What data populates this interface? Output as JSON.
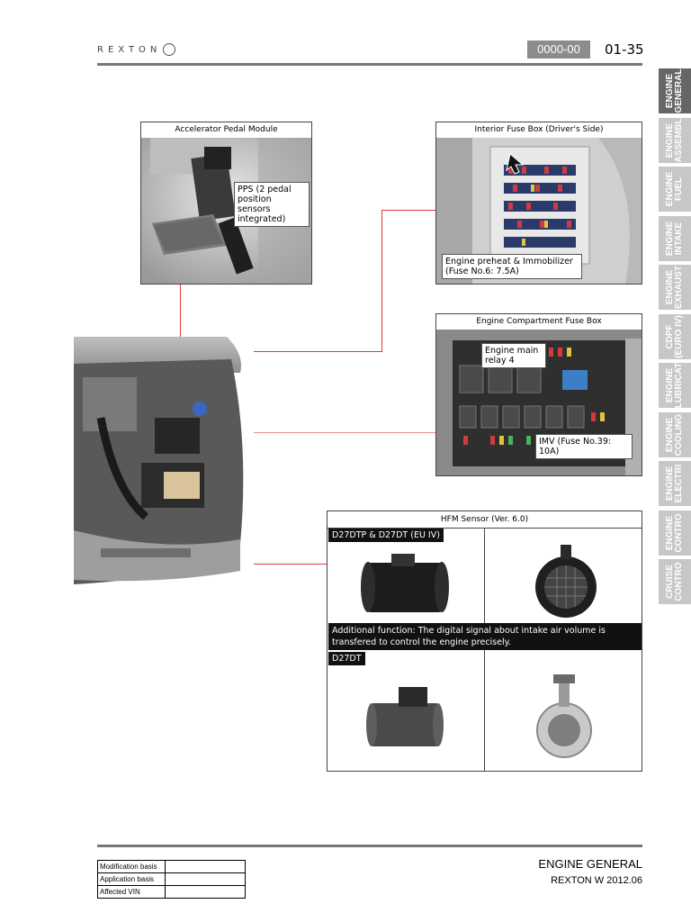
{
  "header": {
    "brand": "REXTON",
    "code": "0000-00",
    "page_number": "01-35"
  },
  "side_tabs": [
    {
      "label": "ENGINE\nGENERAL",
      "active": true
    },
    {
      "label": "ENGINE\nASSEMBL",
      "active": false
    },
    {
      "label": "ENGINE\nFUEL",
      "active": false
    },
    {
      "label": "ENGINE\nINTAKE",
      "active": false
    },
    {
      "label": "ENGINE\nEXHAUST",
      "active": false
    },
    {
      "label": "CDPF\n(EURO IV)",
      "active": false
    },
    {
      "label": "ENGINE\nLUBRICAT",
      "active": false
    },
    {
      "label": "ENGINE\nCOOLING",
      "active": false
    },
    {
      "label": "ENGINE\nELECTRI",
      "active": false
    },
    {
      "label": "ENGINE\nCONTRO",
      "active": false
    },
    {
      "label": "CRUISE\nCONTRO",
      "active": false
    }
  ],
  "pedal": {
    "title": "Accelerator Pedal Module",
    "callout": "PPS (2 pedal position sensors integrated)"
  },
  "interior_fuse": {
    "title": "Interior Fuse Box (Driver's Side)",
    "callout": "Engine preheat & Immobilizer (Fuse No.6: 7.5A)"
  },
  "engine_fuse": {
    "title": "Engine Compartment Fuse Box",
    "callout_relay": "Engine main relay 4",
    "callout_imv": "IMV (Fuse No.39: 10A)"
  },
  "hfm": {
    "title": "HFM Sensor (Ver. 6.0)",
    "variant_a": "D27DTP & D27DT (EU IV)",
    "note": "Additional function: The digital signal about intake air volume is transfered to control the engine precisely.",
    "variant_b": "D27DT"
  },
  "footer": {
    "rows": [
      {
        "label": "Modification basis",
        "value": ""
      },
      {
        "label": "Application basis",
        "value": ""
      },
      {
        "label": "Affected VIN",
        "value": ""
      }
    ],
    "title": "ENGINE GENERAL",
    "subtitle": "REXTON W 2012.06"
  },
  "colors": {
    "leader_line": "#e03a3a",
    "active_tab": "#666666",
    "inactive_tab": "#c7c7c7",
    "code_badge": "#8c8c8c"
  }
}
